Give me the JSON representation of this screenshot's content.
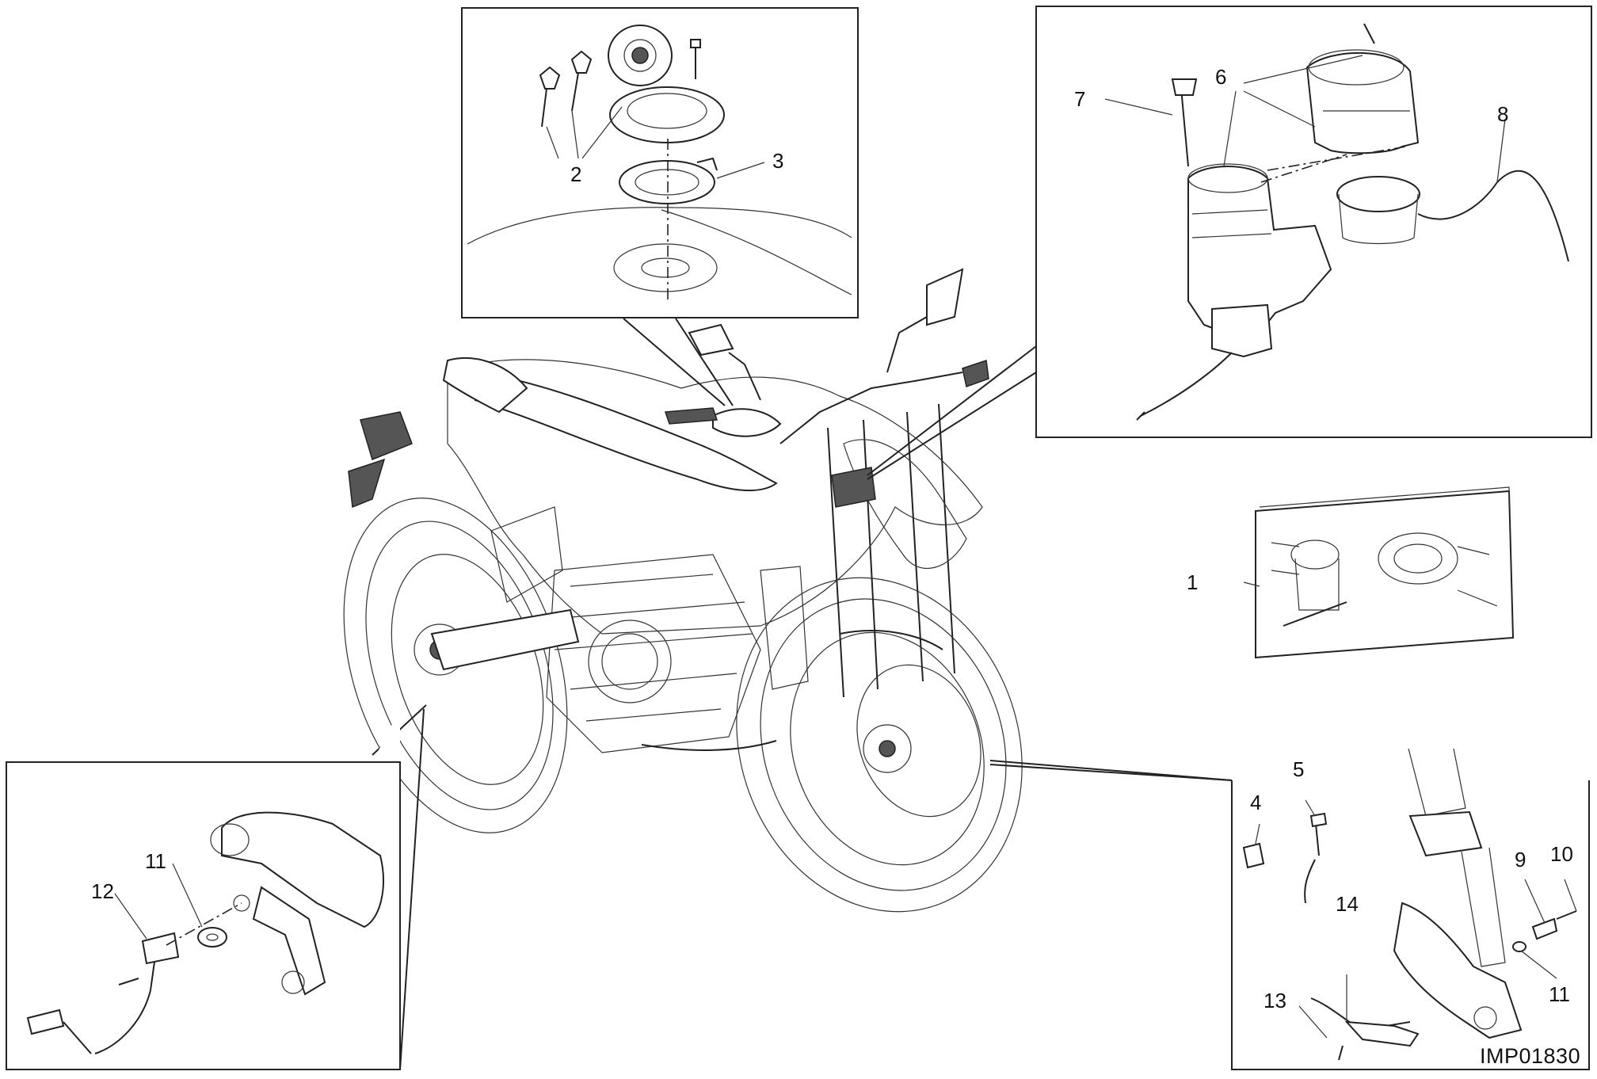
{
  "figure_code": "IMP01830",
  "callouts": {
    "n1": "1",
    "n2": "2",
    "n3": "3",
    "n4": "4",
    "n5": "5",
    "n6": "6",
    "n7": "7",
    "n8": "8",
    "n9": "9",
    "n10": "10",
    "n11_rear": "11",
    "n11_front": "11",
    "n12": "12",
    "n13": "13",
    "n14": "14"
  },
  "icons": {
    "motorcycle": "motorcycle-illustration",
    "fuel_cap": "fuel-cap-icon",
    "ignition": "ignition-switch-icon",
    "rear_sensor": "rear-speed-sensor-icon",
    "front_sensor": "front-speed-sensor-icon",
    "kit": "lock-kit-icon"
  },
  "colors": {
    "line": "#222222",
    "fill": "#ffffff",
    "shade": "#555555"
  }
}
